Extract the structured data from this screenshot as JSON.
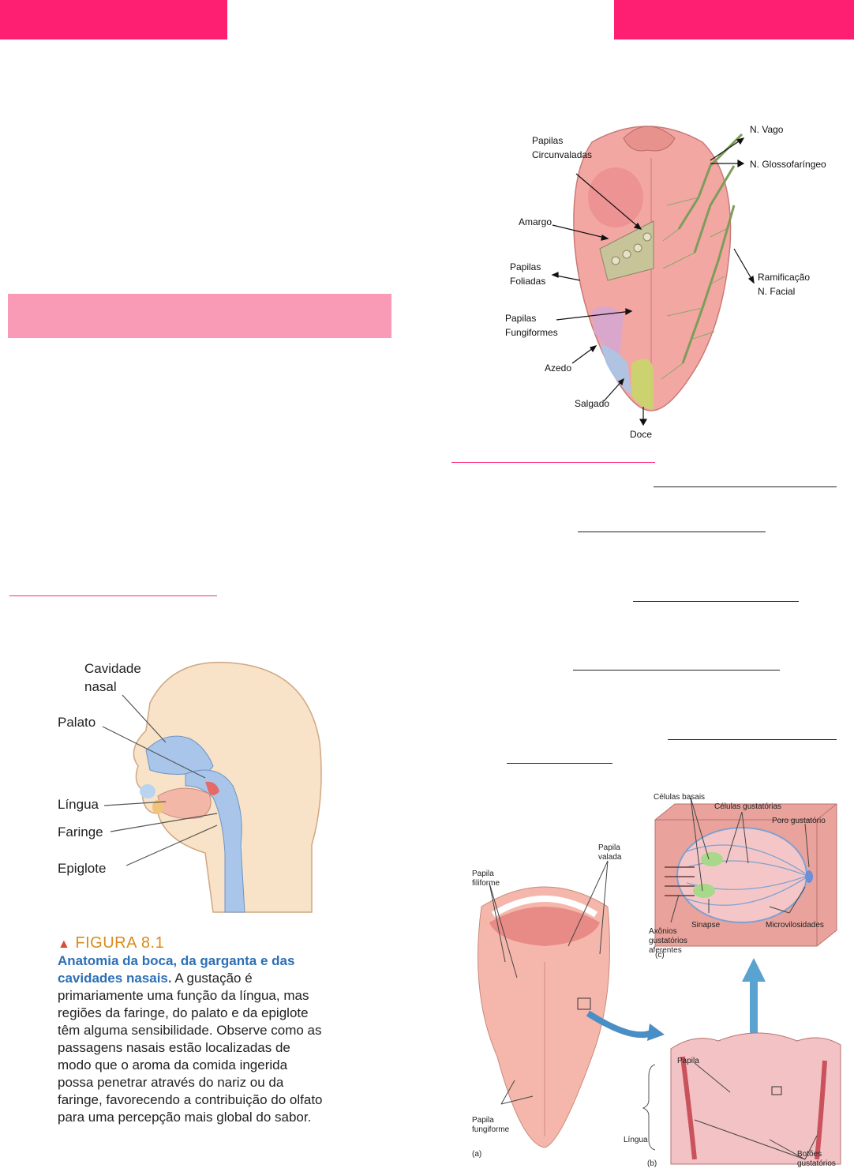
{
  "tongue_map": {
    "labels": {
      "papilas_circunvaladas": "Papilas\nCircunvaladas",
      "amargo": "Amargo",
      "papilas_foliadas": "Papilas\nFoliadas",
      "papilas_fungiformes": "Papilas\nFungiformes",
      "azedo": "Azedo",
      "salgado": "Salgado",
      "doce": "Doce",
      "n_vago": "N. Vago",
      "n_glossofaringeo": "N. Glossofaríngeo",
      "ramificacao": "Ramificação\nN. Facial"
    }
  },
  "head_figure": {
    "labels": {
      "cavidade_nasal": "Cavidade\nnasal",
      "palato": "Palato",
      "lingua": "Língua",
      "faringe": "Faringe",
      "epiglote": "Epiglote"
    },
    "figure_number": "FIGURA 8.1",
    "caption_bold": "Anatomia da boca, da garganta e das cavidades nasais.",
    "caption_text": " A gustação é primariamente uma função da língua, mas regiões da faringe, do palato e da epiglote têm alguma sensibilidade. Observe como as passagens nasais estão localizadas de modo que o aroma da comida ingerida possa penetrar através do nariz ou da faringe, favorecendo a contribuição do olfato para uma percepção mais global do sabor."
  },
  "taste_bud_figure": {
    "labels": {
      "celulas_basais": "Células basais",
      "celulas_gustatorias": "Células gustatórias",
      "poro_gustatorio": "Poro gustatório",
      "axonios": "Axônios\ngustatórios\naferentes",
      "sinapse": "Sinapse",
      "microvilosidades": "Microvilosidades",
      "papila_valada": "Papila\nvalada",
      "papila_filiforme": "Papila\nfiliforme",
      "papila_fungiforme": "Papila\nfungiforme",
      "papila": "Papila",
      "lingua": "Língua",
      "botoes": "Botões\ngustatórios",
      "panel_a": "(a)",
      "panel_b": "(b)",
      "panel_c": "(c)"
    }
  },
  "colors": {
    "header_band": "#ff1f72",
    "section_box": "#f99ab6",
    "underline_pink": "#ff2a7a",
    "figure_title": "#d98b1c",
    "caption_bold": "#2c6fb6"
  }
}
